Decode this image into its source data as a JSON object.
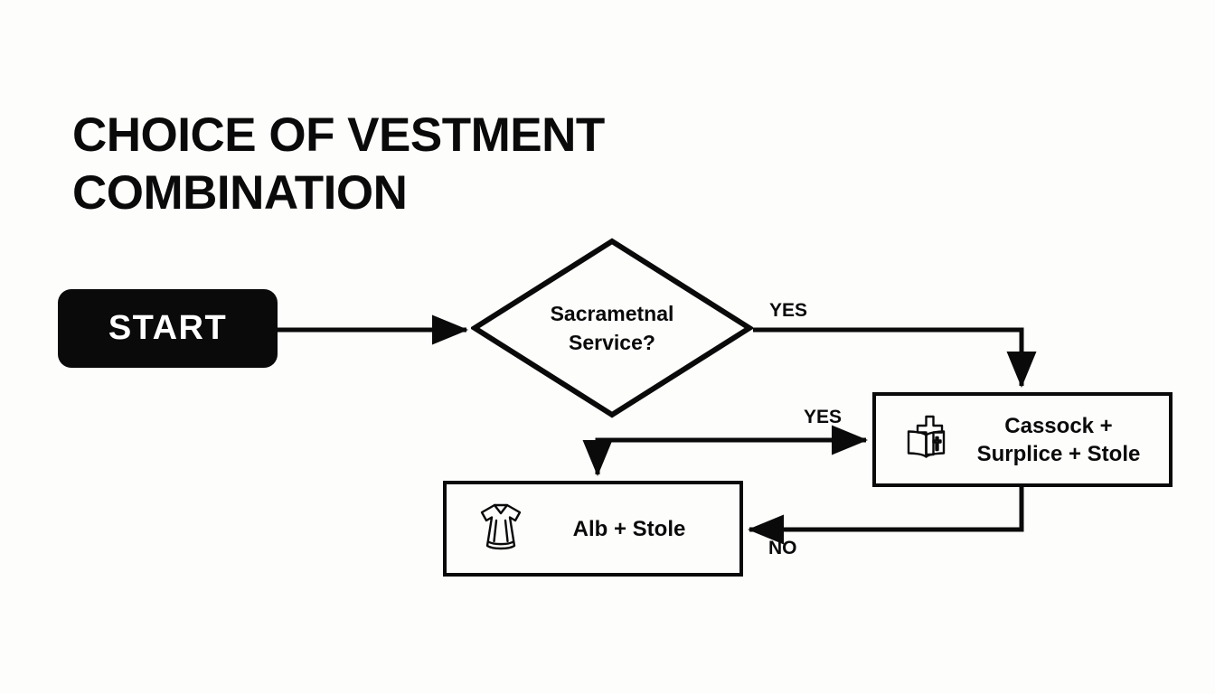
{
  "page": {
    "title": "CHOICE OF VESTMENT\nCOMBINATION",
    "background_color": "#fdfdfc",
    "ink_color": "#0a0a0a"
  },
  "chart_data": {
    "type": "diagram",
    "diagram_kind": "flowchart",
    "title": "CHOICE OF VESTMENT COMBINATION",
    "nodes": [
      {
        "id": "start",
        "shape": "rounded-rectangle",
        "label": "START",
        "fill": "#0a0a0a",
        "text_color": "#ffffff"
      },
      {
        "id": "decision",
        "shape": "diamond",
        "label": "Sacrametnal\nService?",
        "fill": "#fdfdfc",
        "text_color": "#0a0a0a"
      },
      {
        "id": "cassock",
        "shape": "rectangle",
        "label": "Cassock +\nSurplice + Stole",
        "fill": "#fdfdfc",
        "text_color": "#0a0a0a",
        "icon": "cross-on-bible-icon"
      },
      {
        "id": "alb",
        "shape": "rectangle",
        "label": "Alb + Stole",
        "fill": "#fdfdfc",
        "text_color": "#0a0a0a",
        "icon": "alb-robe-icon"
      }
    ],
    "edges": [
      {
        "from": "start",
        "to": "decision",
        "label": "",
        "routing": "horizontal-right"
      },
      {
        "from": "decision",
        "to": "cassock",
        "label": "YES",
        "routing": "right-then-down"
      },
      {
        "from": "junction",
        "to": "cassock",
        "label": "YES",
        "routing": "horizontal-right"
      },
      {
        "from": "junction",
        "to": "alb",
        "label": "",
        "routing": "left-then-down"
      },
      {
        "from": "cassock",
        "to": "alb",
        "label": "NO",
        "routing": "down-then-left"
      }
    ]
  },
  "nodes": {
    "start": {
      "label": "START"
    },
    "decision": {
      "label": "Sacrametnal\nService?"
    },
    "cassock": {
      "label": "Cassock +\nSurplice + Stole"
    },
    "alb": {
      "label": "Alb + Stole"
    }
  },
  "edge_labels": {
    "yes_top": "YES",
    "yes_middle": "YES",
    "no": "NO"
  }
}
